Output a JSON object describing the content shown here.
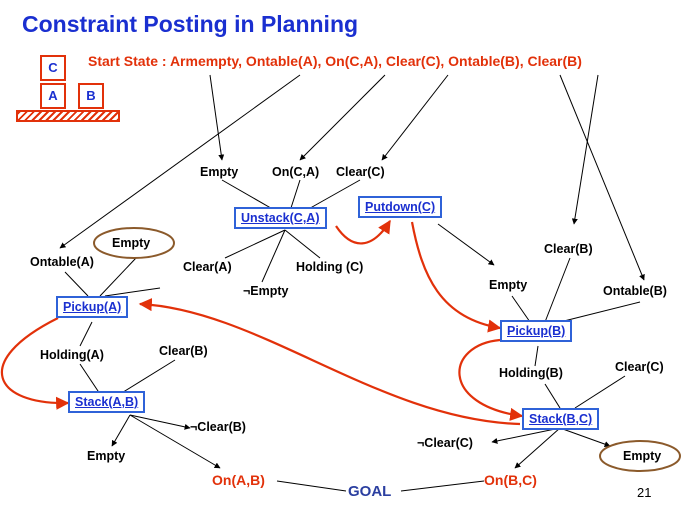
{
  "title": "Constraint Posting in Planning",
  "start_state": "Start State : Armempty, Ontable(A), On(C,A), Clear(C),  Ontable(B), Clear(B)",
  "blocks": {
    "c": "C",
    "a": "A",
    "b": "B"
  },
  "actions": {
    "unstack": "Unstack(C,A)",
    "putdown": "Putdown(C)",
    "pickup_a": "Pickup(A)",
    "stack_ab": "Stack(A,B)",
    "pickup_b": "Pickup(B)",
    "stack_bc": "Stack(B,C)"
  },
  "conditions": {
    "unstack_empty": "Empty",
    "unstack_on_ca": "On(C,A)",
    "unstack_clear_c": "Clear(C)",
    "unstack_clear_a": "Clear(A)",
    "unstack_holding_c": "Holding (C)",
    "unstack_not_empty": "¬Empty",
    "pickup_a_empty": "Empty",
    "pickup_a_ontable": "Ontable(A)",
    "pickup_a_holding": "Holding(A)",
    "stack_ab_clear_b": "Clear(B)",
    "stack_ab_not_clear_b": "¬Clear(B)",
    "stack_ab_empty": "Empty",
    "putdown_empty": "Empty",
    "pickup_b_clear_b": "Clear(B)",
    "pickup_b_ontable": "Ontable(B)",
    "pickup_b_holding": "Holding(B)",
    "stack_bc_clear_c": "Clear(C)",
    "stack_bc_not_clear_c": "¬Clear(C)",
    "stack_bc_empty": "Empty"
  },
  "goal": {
    "on_ab": "On(A,B)",
    "on_bc": "On(B,C)",
    "label": "GOAL"
  },
  "page_number": "21",
  "colors": {
    "title": "#1a2fd0",
    "red": "#e2310a",
    "box_border": "#2f62d8",
    "ellipse": "#8b5a2b",
    "goal": "#2b3fa0"
  }
}
